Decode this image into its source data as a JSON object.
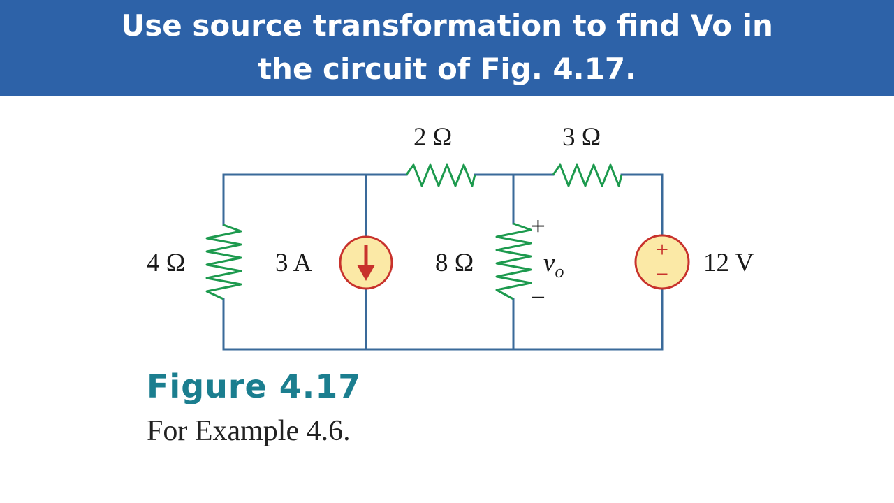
{
  "header": {
    "line1": "Use source transformation to find Vo in",
    "line2": "the circuit of Fig. 4.17."
  },
  "circuit": {
    "r_left": "4 Ω",
    "current_source": "3 A",
    "r_top_left": "2 Ω",
    "r_top_right": "3 Ω",
    "r_middle": "8 Ω",
    "vo_plus": "+",
    "vo_label": "v",
    "vo_sub": "o",
    "vo_minus": "−",
    "voltage_source": "12 V",
    "source_plus": "+",
    "source_minus": "−"
  },
  "figure": {
    "title": "Figure 4.17",
    "caption": "For Example 4.6."
  },
  "colors": {
    "banner": "#2d62a8",
    "wire": "#3a6a9a",
    "resistor": "#1d9a4e",
    "source_fill": "#fbe9a6",
    "source_stroke": "#c8322c",
    "arrow": "#c8322c",
    "figure_title": "#1b7e8f"
  }
}
